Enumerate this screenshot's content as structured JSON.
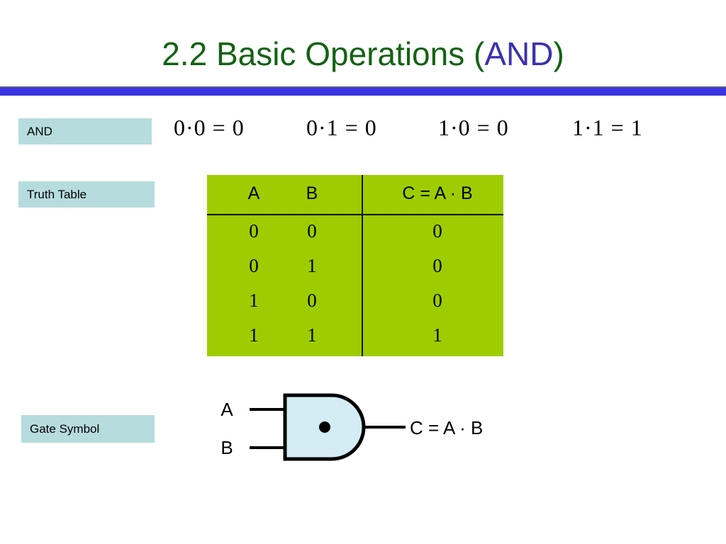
{
  "slide": {
    "title_main": "2.2 Basic Operations (",
    "title_accent": "AND",
    "title_tail": ")",
    "title_full": "2.2 Basic Operations (AND)",
    "divider_color": "#3A33E0",
    "title_color": "#136313",
    "accent_color": "#3B31B0"
  },
  "labels": {
    "and": "AND",
    "truth_table": "Truth Table",
    "gate_symbol": "Gate Symbol",
    "box_color": "#B7DCDD"
  },
  "equations": [
    "0·0 = 0",
    "0·1 = 0",
    "1·0 = 0",
    "1·1 = 1"
  ],
  "truth_table": {
    "background_color": "#9DCD00",
    "headers": {
      "a": "A",
      "b": "B",
      "c": "C = A · B"
    },
    "rows": [
      {
        "a": "0",
        "b": "0",
        "c": "0"
      },
      {
        "a": "0",
        "b": "1",
        "c": "0"
      },
      {
        "a": "1",
        "b": "0",
        "c": "0"
      },
      {
        "a": "1",
        "b": "1",
        "c": "1"
      }
    ]
  },
  "gate": {
    "input_a": "A",
    "input_b": "B",
    "output": "C = A · B",
    "fill_color": "#D4EDF4",
    "stroke_color": "#000000",
    "dot": "•"
  }
}
